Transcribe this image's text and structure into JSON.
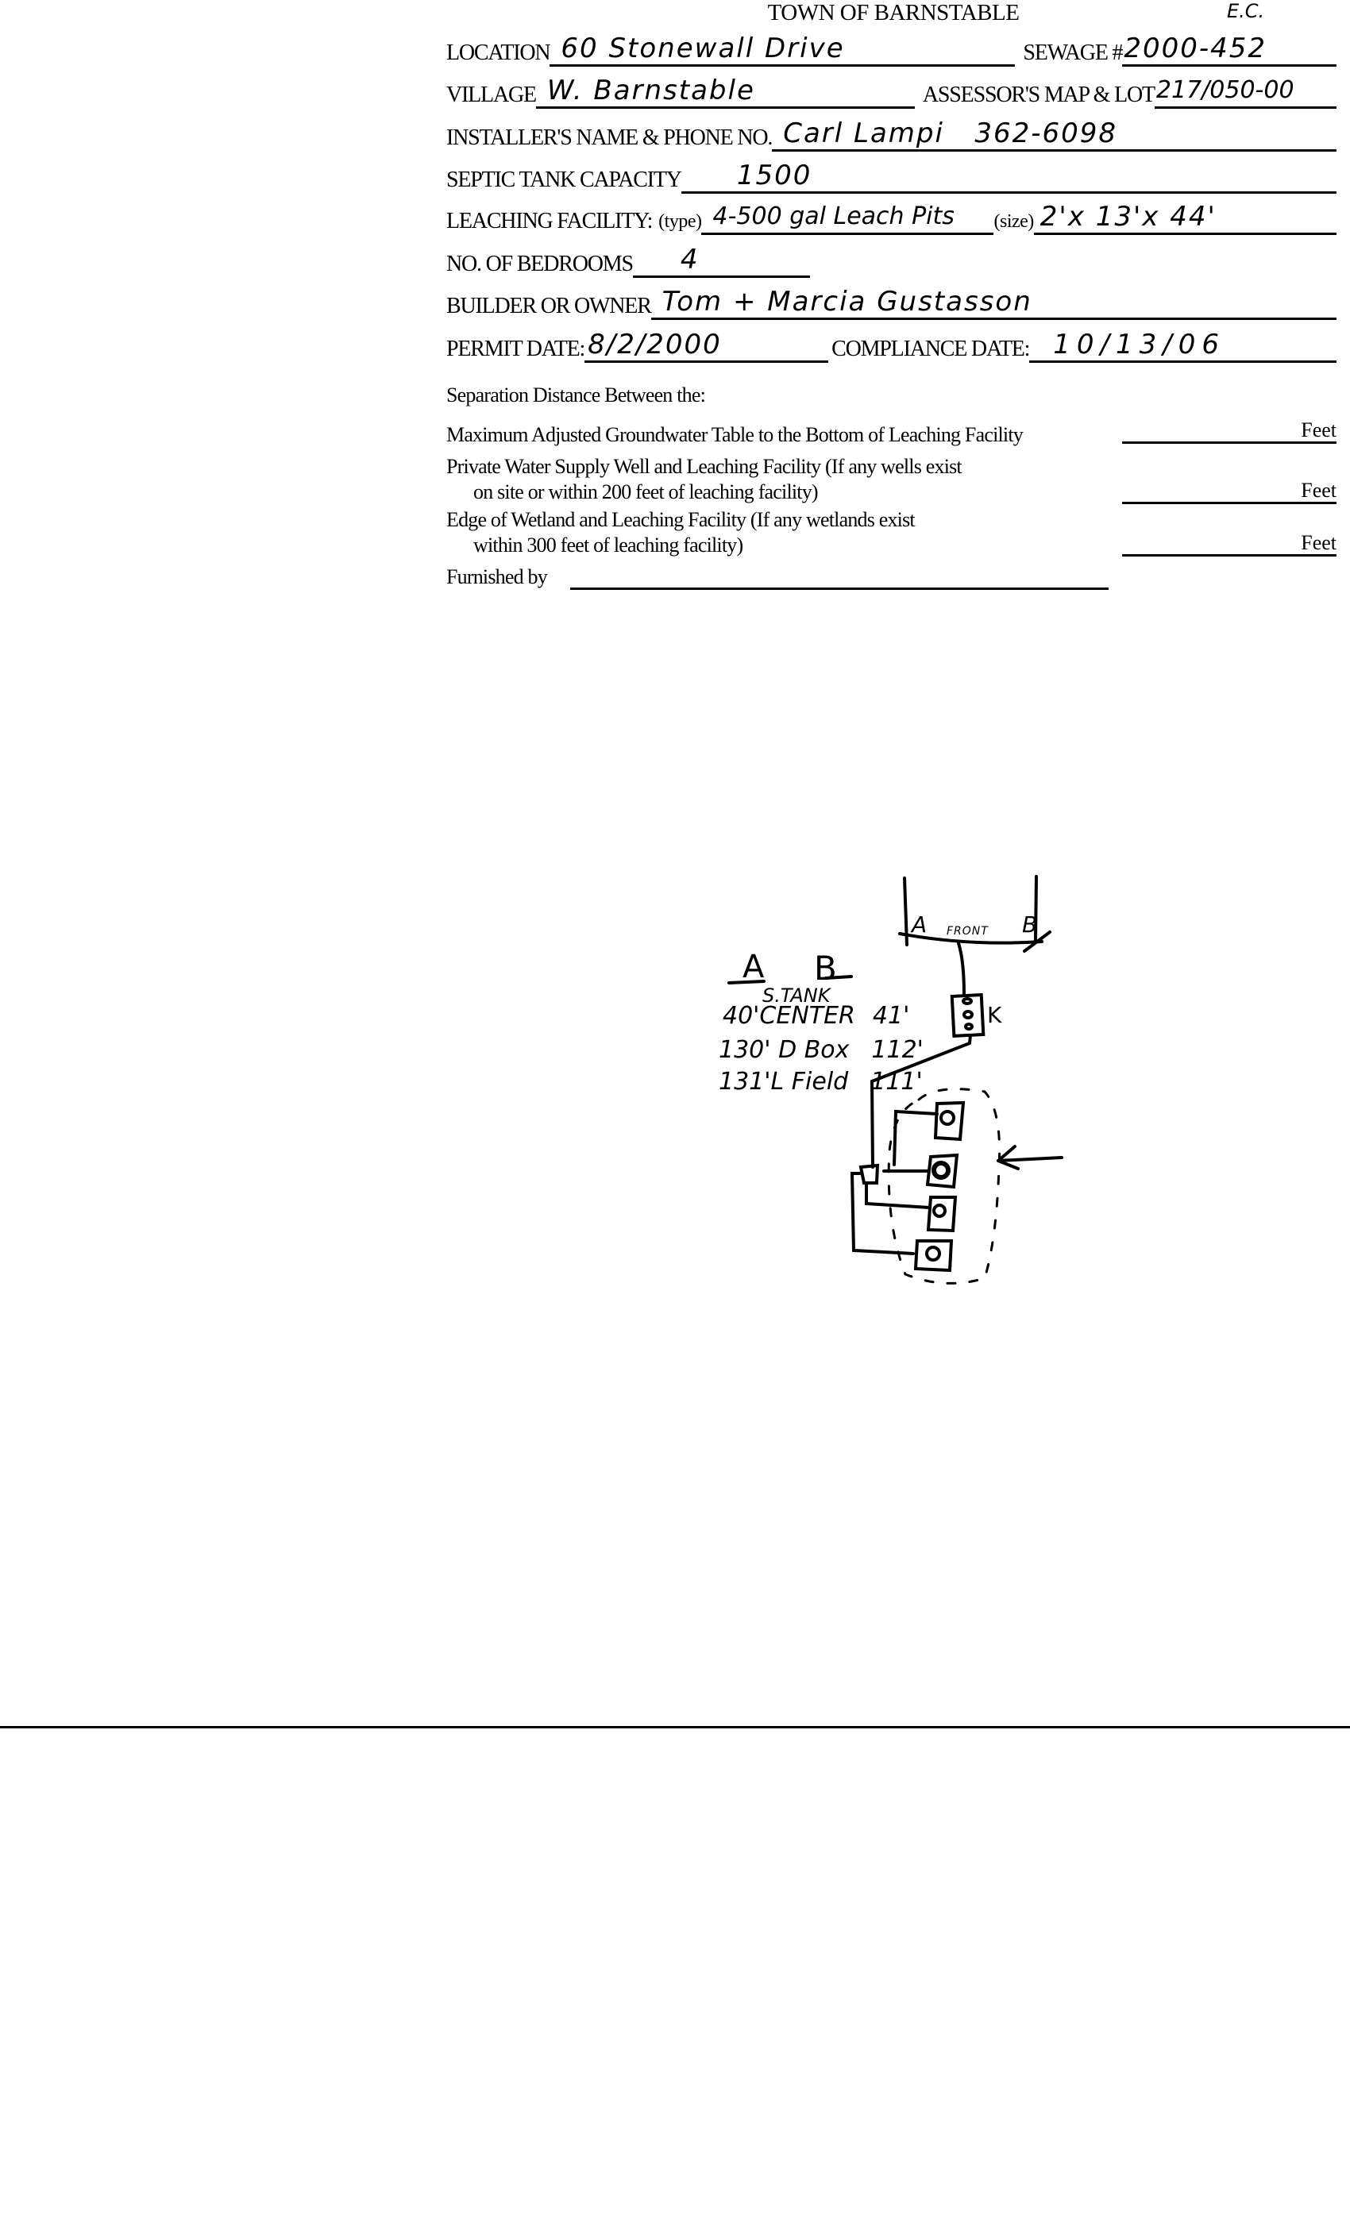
{
  "header": {
    "title": "TOWN OF BARNSTABLE",
    "initials": "E.C."
  },
  "form": {
    "location": {
      "label": "LOCATION",
      "value": "60 Stonewall Drive"
    },
    "sewage": {
      "label": "SEWAGE #",
      "value": "2000-452"
    },
    "village": {
      "label": "VILLAGE",
      "value": "W. Barnstable"
    },
    "assessor": {
      "label": "ASSESSOR'S MAP & LOT",
      "value": "217/050-00"
    },
    "installer": {
      "label": "INSTALLER'S NAME & PHONE NO.",
      "value": "Carl Lampi   362-6098"
    },
    "septic_capacity": {
      "label": "SEPTIC TANK CAPACITY",
      "value": "1500"
    },
    "leaching": {
      "label": "LEACHING FACILITY:",
      "type_label": "(type)",
      "type_value": "4-500 gal Leach Pits",
      "size_label": "(size)",
      "size_value": "2'x 13'x 44'"
    },
    "bedrooms": {
      "label": "NO. OF BEDROOMS",
      "value": "4"
    },
    "owner": {
      "label": "BUILDER OR OWNER",
      "value": "Tom + Marcia Gustasson"
    },
    "permit_date": {
      "label": "PERMIT DATE:",
      "value": "8/2/2000"
    },
    "compliance_date": {
      "label": "COMPLIANCE DATE:",
      "value": "10/13/06"
    }
  },
  "separation": {
    "heading": "Separation Distance Between the:",
    "groundwater": "Maximum Adjusted Groundwater Table to the Bottom of Leaching Facility",
    "well_line1": "Private Water Supply Well and Leaching Facility  (If any wells exist",
    "well_line2": "on site or within 200 feet of leaching facility)",
    "wetland_line1": "Edge of Wetland and Leaching Facility (If any wetlands exist",
    "wetland_line2": "within 300 feet of leaching facility)",
    "unit": "Feet",
    "furnished_by": "Furnished by"
  },
  "sketch": {
    "col_a": "A",
    "col_b": "B",
    "tank_label": "S.Tank",
    "rows": [
      {
        "a": "40'",
        "label": "Center",
        "b": "41'"
      },
      {
        "a": "130'",
        "label": "D Box",
        "b": "112'"
      },
      {
        "a": "131'",
        "label": "L Field",
        "b": "111'"
      }
    ],
    "front_label": "Front",
    "point_a": "A",
    "point_b": "B",
    "tank_marker": "K"
  }
}
